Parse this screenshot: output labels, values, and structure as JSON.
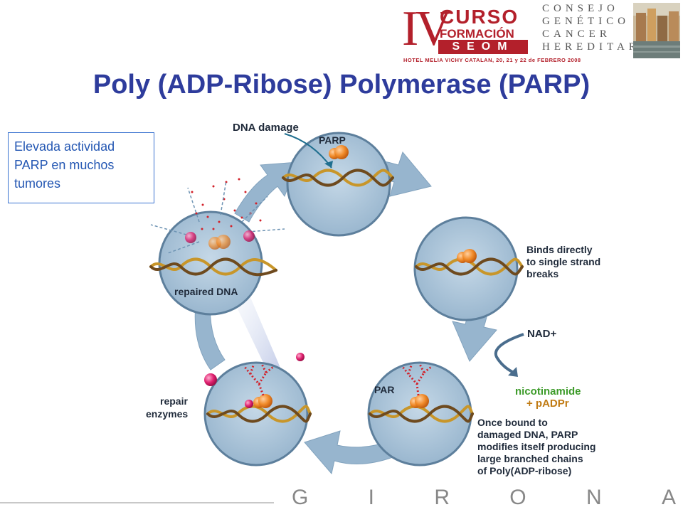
{
  "header": {
    "logo": {
      "numeral": "IV",
      "curso": "CURSO",
      "formacion": "FORMACIÓN",
      "seom": "SEOM",
      "consejo_lines": [
        "CONSEJO",
        "GENÉTICO",
        "CANCER",
        "HEREDITARIO"
      ],
      "hotel": "HOTEL MELIA VICHY CATALAN, 20, 21 y 22 de FEBRERO 2008"
    },
    "title": "Poly (ADP-Ribose) Polymerase (PARP)"
  },
  "note": {
    "lines": [
      "Elevada actividad",
      "PARP en muchos",
      "tumores"
    ]
  },
  "diagram": {
    "labels": {
      "dna_damage": "DNA damage",
      "parp": "PARP",
      "binds": [
        "Binds directly",
        "to single strand",
        "breaks"
      ],
      "nad": "NAD+",
      "nicotinamide": "nicotinamide",
      "padpr": "+ pADPr",
      "par": "PAR",
      "once_bound": [
        "Once bound to",
        "damaged DNA, PARP",
        "modifies itself producing",
        "large branched chains",
        "of Poly(ADP-ribose)"
      ],
      "repair_enzymes": [
        "repair",
        "enzymes"
      ],
      "repaired_dna": "repaired DNA"
    },
    "colors": {
      "circle_fill": "#a9c3d8",
      "circle_stroke": "#5d7f9c",
      "arrow": "#7ea4c2",
      "dna_gold": "#c8962a",
      "dna_brown": "#6e4a1e",
      "parp_orange": "#f08a28",
      "par_red": "#d2212a",
      "enzyme_pink": "#e0206f"
    }
  },
  "footer": {
    "letters": [
      "G",
      "I",
      "R",
      "O",
      "N",
      "A"
    ]
  }
}
